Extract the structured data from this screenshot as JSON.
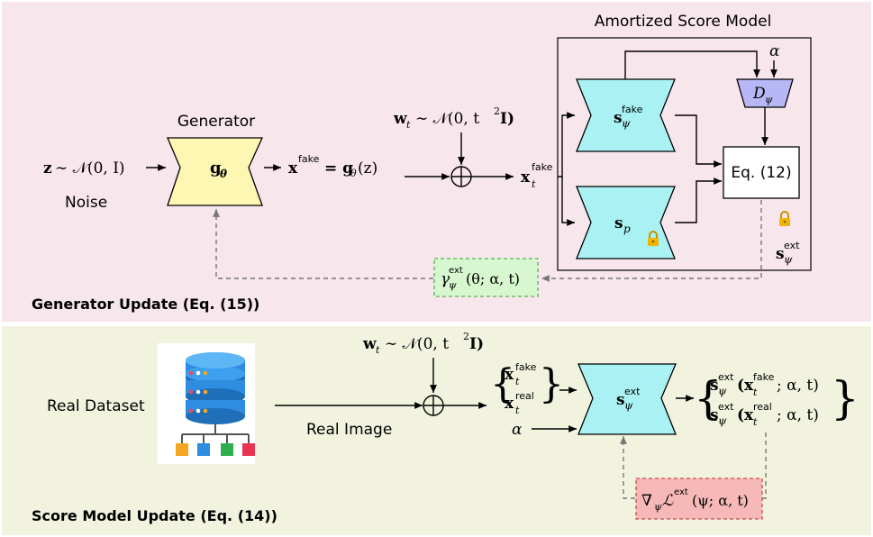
{
  "colors": {
    "top_panel_bg": "#f7e6ec",
    "bottom_panel_bg": "#f2f3df",
    "generator_fill": "#fdf7b3",
    "score_fill": "#a9f1f3",
    "d_psi_fill": "#b7b7f5",
    "gamma_box_fill": "#d6f7cf",
    "gamma_box_border": "#59b24a",
    "grad_box_fill": "#f7b8b8",
    "grad_box_border": "#c94b4b",
    "dashed_line": "#777777",
    "lock_color": "#f0b400"
  },
  "icons": {
    "lock": "lock-icon",
    "database": "database-icon"
  },
  "generator_update": {
    "section_title": "Generator Update (Eq. (15))",
    "noise_formula_z": "z",
    "noise_formula_rest": "∼ 𝒩(0, I)",
    "noise_label": "Noise",
    "generator_title": "Generator",
    "generator_symbol": "g",
    "generator_symbol_sub": "θ",
    "x_fake_lhs": "x",
    "x_fake_sup": "fake",
    "x_fake_rhs": "= g",
    "x_fake_rhs_sub": "θ",
    "x_fake_rhs_arg": "(z)",
    "w_formula": "w",
    "w_sub": "t",
    "w_rest": "∼ 𝒩(0, t",
    "w_sq": "2",
    "w_end": "I)",
    "x_t_fake": "x",
    "x_t_fake_sub": "t",
    "x_t_fake_sup": "fake",
    "amortized_title": "Amortized Score Model",
    "s_fake_symbol": "s",
    "s_fake_sub": "ψ",
    "s_fake_sup": "fake",
    "s_p_symbol": "s",
    "s_p_sub": "p",
    "alpha": "α",
    "d_psi": "D",
    "d_psi_sub": "ψ",
    "eq_label": "Eq. (12)",
    "s_ext_symbol": "s",
    "s_ext_sub": "ψ",
    "s_ext_sup": "ext",
    "gamma_symbol": "γ",
    "gamma_sub": "ψ",
    "gamma_sup": "ext",
    "gamma_args": "(θ; α, t)"
  },
  "score_model_update": {
    "section_title": "Score Model Update (Eq. (14))",
    "real_dataset_label": "Real Dataset",
    "real_image_label": "Real Image",
    "w_formula": "w",
    "w_sub": "t",
    "w_rest": "∼ 𝒩(0, t",
    "w_sq": "2",
    "w_end": "I)",
    "input_fake": "x",
    "input_fake_sub": "t",
    "input_fake_sup": "fake",
    "input_real": "x",
    "input_real_sub": "t",
    "input_real_sup": "real",
    "alpha": "α",
    "s_ext_symbol": "s",
    "s_ext_sub": "ψ",
    "s_ext_sup": "ext",
    "out_fake_s": "s",
    "out_fake_s_sub": "ψ",
    "out_fake_s_sup": "ext",
    "out_fake_x": "(x",
    "out_fake_x_sub": "t",
    "out_fake_x_sup": "fake",
    "out_fake_args": "; α, t)",
    "out_real_s": "s",
    "out_real_s_sub": "ψ",
    "out_real_s_sup": "ext",
    "out_real_x": "(x",
    "out_real_x_sub": "t",
    "out_real_x_sup": "real",
    "out_real_args": "; α, t)",
    "grad_symbol": "∇",
    "grad_sub": "ψ",
    "grad_L": "ℒ",
    "grad_sup": "ext",
    "grad_args": "(ψ; α, t)"
  }
}
